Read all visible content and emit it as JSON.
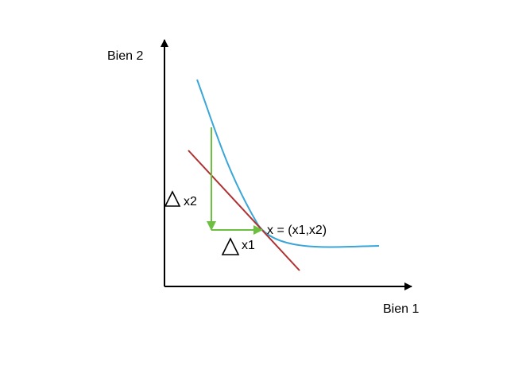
{
  "axes": {
    "y_label": "Bien 2",
    "x_label": "Bien 1"
  },
  "labels": {
    "point": "x = (x1,x2)",
    "delta_x2": "x2",
    "delta_x1": "x1",
    "delta_symbol": "triangle"
  },
  "colors": {
    "axis": "#000000",
    "indifference_curve": "#3aa6d8",
    "tangent_line": "#b03030",
    "delta_arrows": "#6cbf40",
    "background": "#ffffff"
  }
}
